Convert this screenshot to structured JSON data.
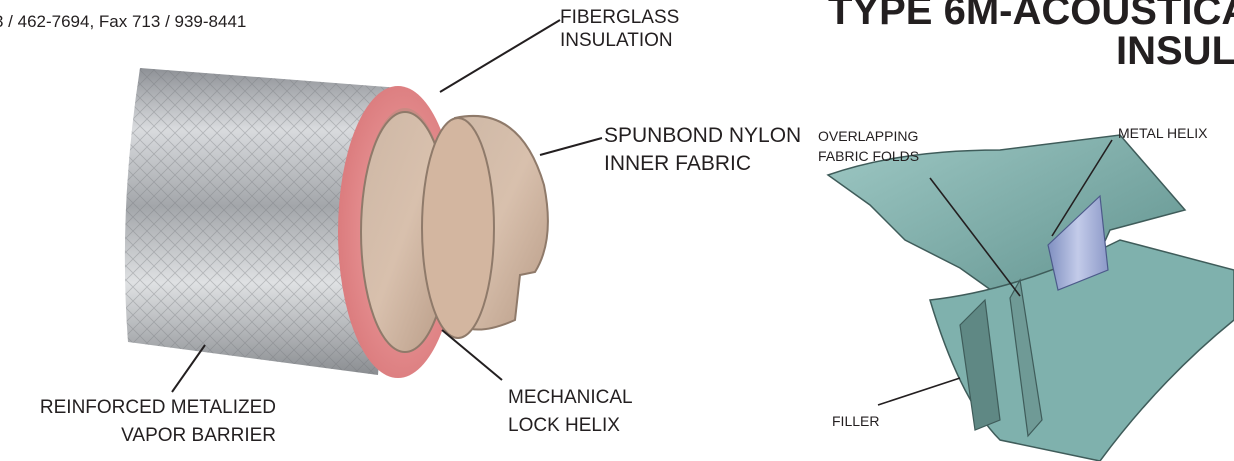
{
  "header": {
    "contact": "3 / 462-7694, Fax 713 / 939-8441",
    "title_line1": "TYPE 6M-ACOUSTICA",
    "title_line2": "INSULAT"
  },
  "duct_labels": {
    "fiberglass": [
      "FIBERGLASS",
      "INSULATION"
    ],
    "nylon": [
      "SPUNBOND NYLON",
      "INNER FABRIC"
    ],
    "vapor": [
      "REINFORCED METALIZED",
      "VAPOR BARRIER"
    ],
    "helix": [
      "MECHANICAL",
      "LOCK HELIX"
    ]
  },
  "detail_labels": {
    "folds": [
      "OVERLAPPING",
      "FABRIC FOLDS"
    ],
    "metal_helix": "METAL HELIX",
    "filler": "FILLER"
  },
  "colors": {
    "foil": "#b9bcc0",
    "insulation": "#e58a8c",
    "fabric": "#c9ab94",
    "panel": "#7fb1ad",
    "helix": "#a7b3d9"
  }
}
